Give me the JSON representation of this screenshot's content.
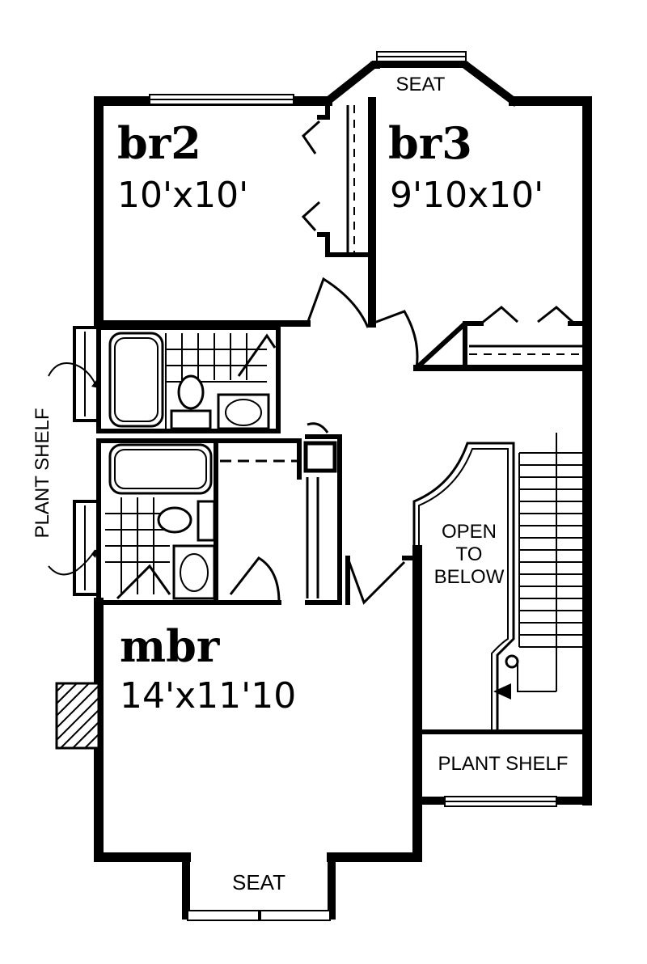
{
  "rooms": {
    "br2": {
      "name": "br2",
      "dimensions": "10'x10'"
    },
    "br3": {
      "name": "br3",
      "dimensions": "9'10x10'"
    },
    "mbr": {
      "name": "mbr",
      "dimensions": "14'x11'10"
    }
  },
  "labels": {
    "seat_top": "SEAT",
    "seat_bottom": "SEAT",
    "plant_shelf_left": "PLANT SHELF",
    "plant_shelf_right": "PLANT SHELF",
    "open_to_below": [
      "OPEN",
      "TO",
      "BELOW"
    ]
  }
}
